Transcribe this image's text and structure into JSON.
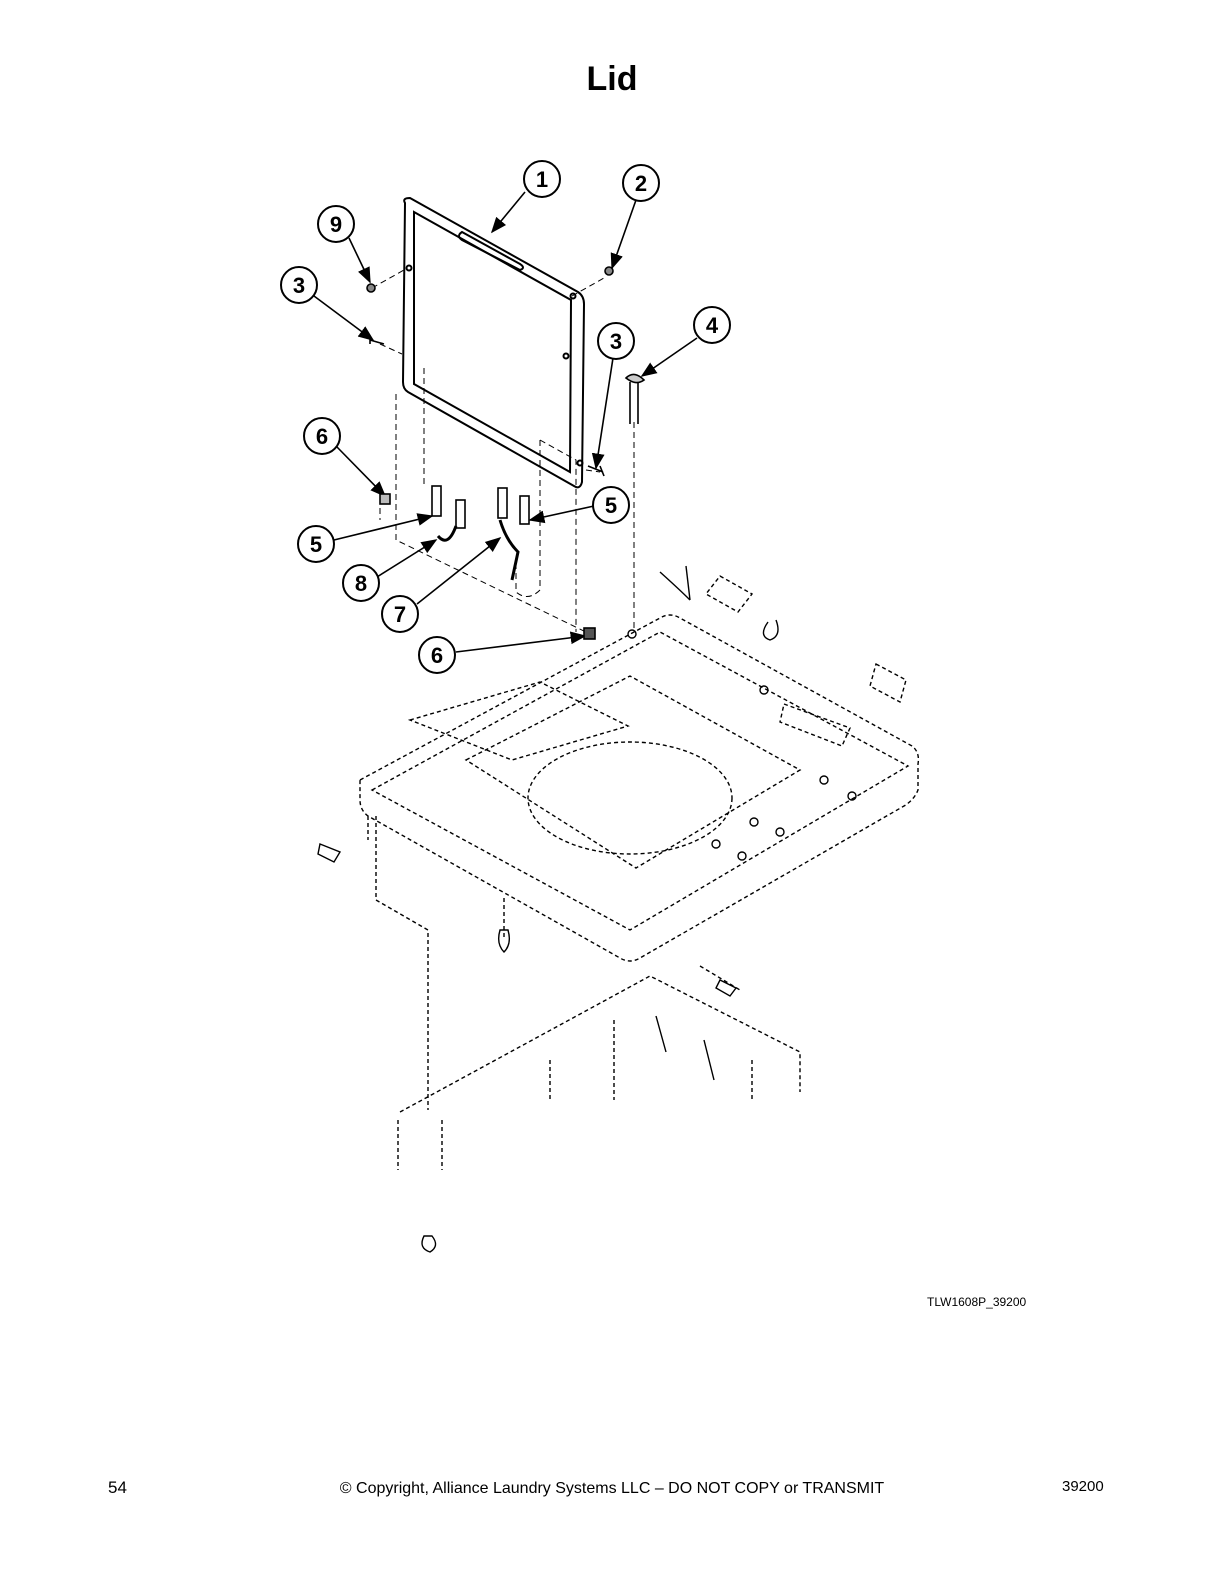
{
  "page": {
    "title": "Lid",
    "figure_id": "TLW1608P_39200",
    "page_number": "54",
    "copyright": "© Copyright, Alliance Laundry Systems LLC – DO NOT COPY or TRANSMIT",
    "doc_number": "39200"
  },
  "callouts": [
    "1",
    "2",
    "9",
    "3",
    "4",
    "3",
    "6",
    "5",
    "5",
    "8",
    "7",
    "6"
  ]
}
